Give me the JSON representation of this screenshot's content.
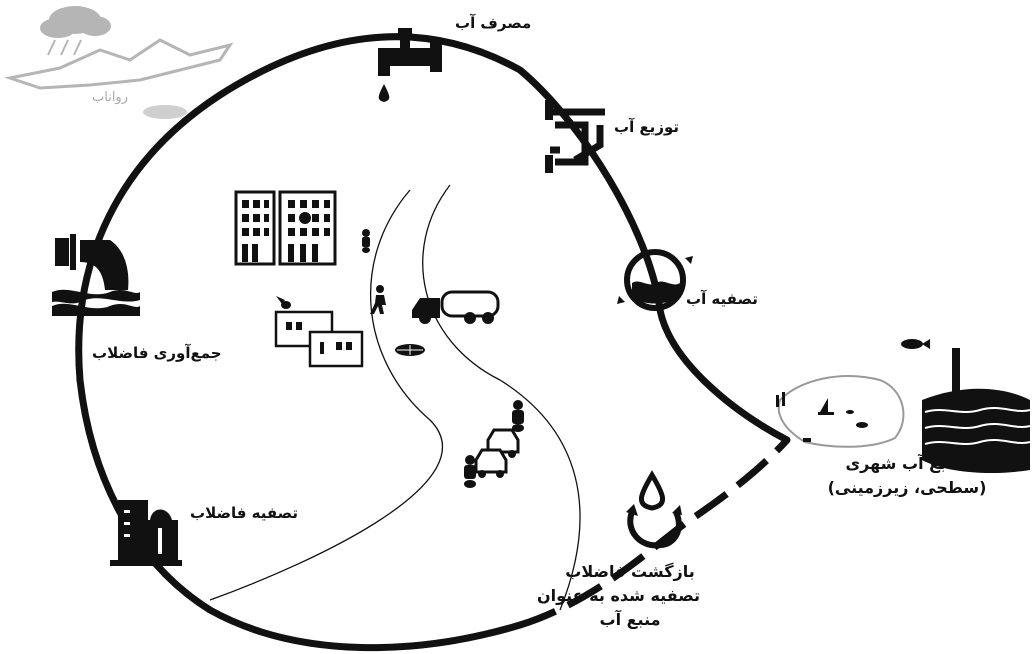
{
  "labels": {
    "water_consumption": "مصرف آب",
    "water_distribution": "توزیع آب",
    "water_treatment": "تصفیه آب",
    "urban_sources_line1": "منابع آب شهری",
    "urban_sources_line2": "(سطحی، زیرزمینی)",
    "return_line1": "بازگشت فاضلاب",
    "return_line2": "تصفیه شده به عنوان",
    "return_line3": "منبع آب",
    "wastewater_treatment": "تصفیه فاضلاب",
    "wastewater_collection": "جمع‌آوری فاضلاب",
    "runoff": "رواناب"
  },
  "colors": {
    "ink": "#111111",
    "faded": "#b5b5b5",
    "background": "#ffffff"
  },
  "icons": [
    "tap-icon",
    "pipes-icon",
    "treatment-cycle-icon",
    "water-body-icon",
    "recycle-drop-icon",
    "treatment-tank-icon",
    "sewer-outfall-icon",
    "rain-cloud-icon",
    "buildings-icon",
    "houses-icon",
    "tanker-truck-icon",
    "cars-icon",
    "motorbike-icon",
    "pedestrian-icon",
    "manhole-icon",
    "fish-icon",
    "sailboat-icon",
    "bird-icon"
  ]
}
